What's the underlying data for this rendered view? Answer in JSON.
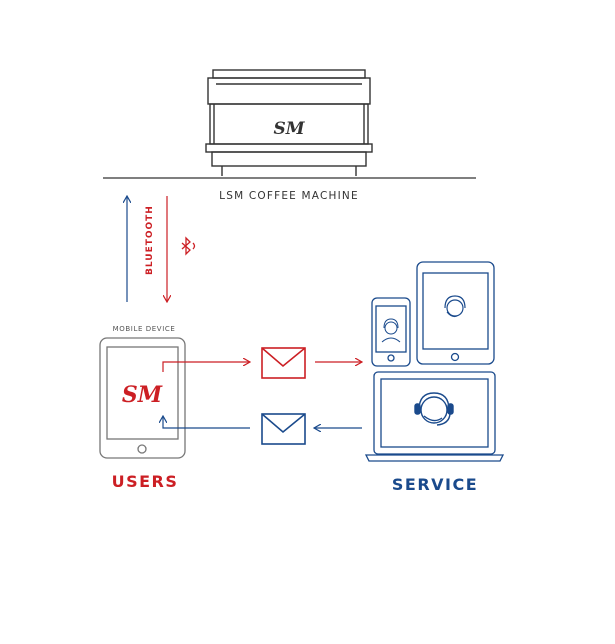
{
  "labels": {
    "machine": "LSM COFFEE MACHINE",
    "bluetooth": "BLUETOOTH",
    "mobile_device": "MOBILE DEVICE",
    "users": "USERS",
    "service": "SERVICE"
  },
  "logo_text": "SM",
  "colors": {
    "red": "#cc1f24",
    "blue": "#1a4a8c",
    "gray": "#555555",
    "dark": "#333333"
  },
  "icons": {
    "machine": "coffee-machine-icon",
    "bluetooth": "bluetooth-icon",
    "mobile": "tablet-icon",
    "envelope": "envelope-icon",
    "support": "support-agent-icon"
  }
}
